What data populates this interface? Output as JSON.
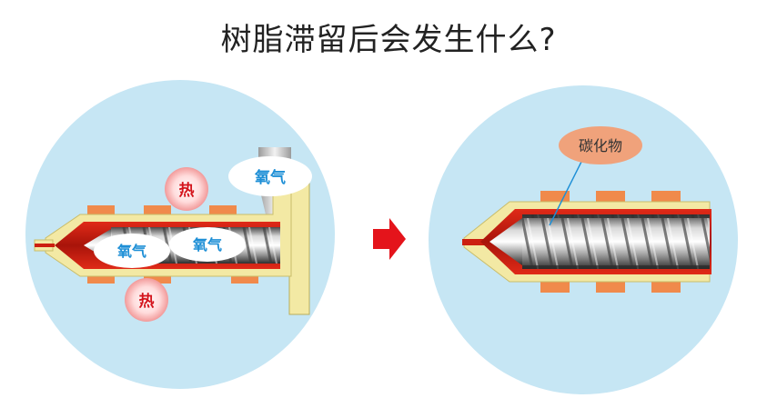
{
  "title": "树脂滞留后会发生什么?",
  "left_panel": {
    "heat_label_top": "热",
    "heat_label_bottom": "热",
    "oxygen_label_hopper": "氧气",
    "oxygen_label_1": "氧气",
    "oxygen_label_2": "氧气"
  },
  "right_panel": {
    "carbide_label": "碳化物"
  },
  "colors": {
    "circle_bg": "#c6e6f4",
    "barrel": "#f3e9a4",
    "heater": "#f08a4b",
    "resin": "#cc1f10",
    "arrow": "#e4141b",
    "oxygen_text": "#1e8fd6",
    "heat_text": "#d4141c",
    "carbide_bubble": "#f0a27b"
  }
}
